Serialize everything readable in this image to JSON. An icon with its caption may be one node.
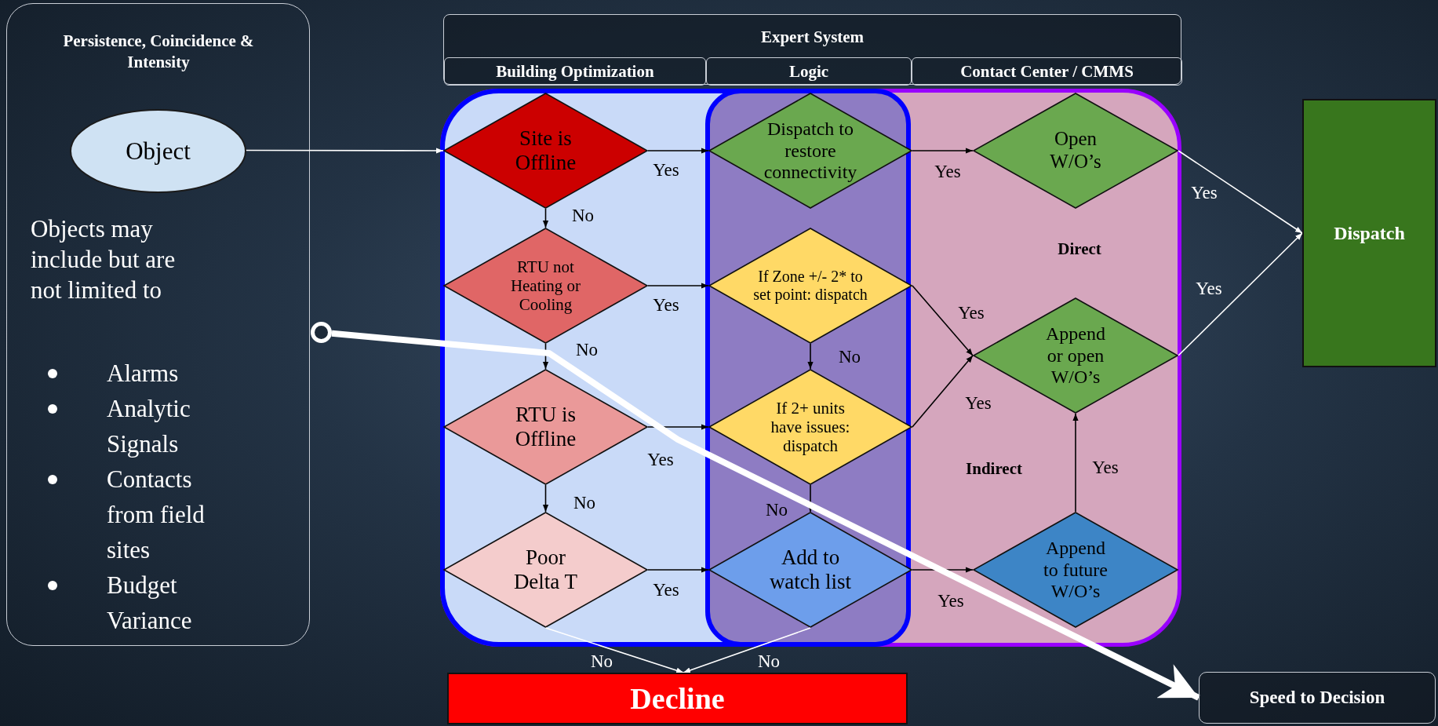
{
  "diagram": {
    "nodes": [
      {
        "text": [
          "Persistence, Coincidence & Intensity",
          "Objects may include but are not limited to",
          "Alarms",
          "Analytic Signals",
          "Contacts from field sites",
          "Budget Variance"
        ]
      },
      {
        "text": [
          "Object"
        ],
        "in": 0
      },
      {
        "text": [],
        "shape": "circle"
      },
      {
        "text": [
          "Expert System"
        ]
      },
      {
        "text": [
          "Building Optimization"
        ],
        "in": 3
      },
      {
        "text": [
          "Logic"
        ],
        "in": 3
      },
      {
        "text": [
          "Contact Center / CMMS"
        ],
        "in": 3
      },
      {
        "text": [
          "Site is Offline"
        ]
      },
      {
        "text": [
          "RTU not Heating or Cooling"
        ]
      },
      {
        "text": [
          "RTU is Offline"
        ]
      },
      {
        "text": [
          "Poor Delta T"
        ]
      },
      {
        "text": [
          "Dispatch to restore connectivity"
        ]
      },
      {
        "text": [
          "If  Zone +/- 2* to set point: dispatch"
        ]
      },
      {
        "text": [
          "If 2+ units have issues: dispatch"
        ]
      },
      {
        "text": [
          "Add to watch  list"
        ]
      },
      {
        "text": [
          "Open W/O’s"
        ]
      },
      {
        "text": [
          "Append or open W/O’s"
        ]
      },
      {
        "text": [
          "Append to future W/O’s"
        ]
      },
      {
        "text": [
          "Dispatch"
        ]
      },
      {
        "text": [
          "Decline"
        ]
      },
      {
        "text": [
          "Speed to Decision"
        ]
      }
    ],
    "edges": [
      {
        "from": 1,
        "to": 7,
        "arrow": "to",
        "color": "#ffffff"
      },
      {
        "from": 7,
        "to": 11,
        "arrow": "to",
        "label": "Yes"
      },
      {
        "from": 7,
        "to": 8,
        "arrow": "to",
        "label": "No"
      },
      {
        "from": 8,
        "to": 12,
        "arrow": "to",
        "label": "Yes"
      },
      {
        "from": 8,
        "to": 9,
        "arrow": "to",
        "label": "No"
      },
      {
        "from": 9,
        "to": 13,
        "arrow": "to",
        "label": "Yes"
      },
      {
        "from": 9,
        "to": 10,
        "arrow": "to",
        "label": "No"
      },
      {
        "from": 10,
        "to": 14,
        "arrow": "to",
        "label": "Yes"
      },
      {
        "from": 10,
        "to": 19,
        "arrow": "to",
        "label": "No",
        "color": "#ffffff"
      },
      {
        "from": 11,
        "to": 15,
        "arrow": "to",
        "label": "Yes"
      },
      {
        "from": 12,
        "to": 13,
        "arrow": "to",
        "label": "No"
      },
      {
        "from": 12,
        "to": 16,
        "arrow": "to",
        "label": "Yes"
      },
      {
        "from": 13,
        "to": 16,
        "arrow": "to",
        "label": "Yes"
      },
      {
        "from": 13,
        "to": 14,
        "arrow": "to",
        "label": "No"
      },
      {
        "from": 14,
        "to": 17,
        "arrow": "to",
        "label": "Yes"
      },
      {
        "from": 14,
        "to": 19,
        "arrow": "to",
        "label": "No",
        "color": "#ffffff"
      },
      {
        "from": 17,
        "to": 16,
        "arrow": "to",
        "label": "Yes"
      },
      {
        "from": 15,
        "to": 18,
        "arrow": "to",
        "label": "Yes",
        "color": "#ffffff"
      },
      {
        "from": 16,
        "to": 18,
        "arrow": "to",
        "label": "Yes",
        "color": "#ffffff"
      },
      {
        "from": 2,
        "to": 20,
        "arrow": "to",
        "style": "thick",
        "color": "#ffffff"
      }
    ],
    "labels": [
      "Direct",
      "Indirect"
    ]
  }
}
